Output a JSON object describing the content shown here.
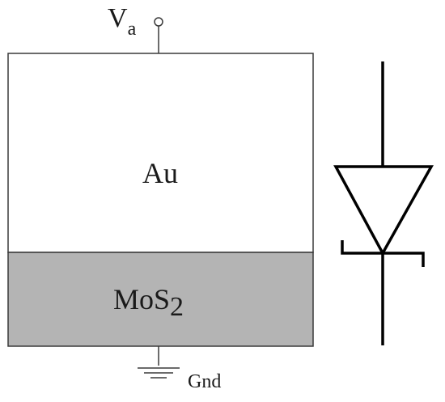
{
  "terminal_top": {
    "base": "V",
    "subscript": "a"
  },
  "layers": [
    {
      "label": "Au",
      "fill": "#ffffff"
    },
    {
      "label_base": "MoS",
      "label_subscript": "2",
      "fill": "#b4b4b4"
    }
  ],
  "terminal_bottom": {
    "label": "Gnd"
  },
  "colors": {
    "stroke": "#3a3a3a",
    "symbol_stroke": "#000000",
    "text": "#1a1a1a"
  },
  "symbol": {
    "type": "zener-diode-icon"
  }
}
